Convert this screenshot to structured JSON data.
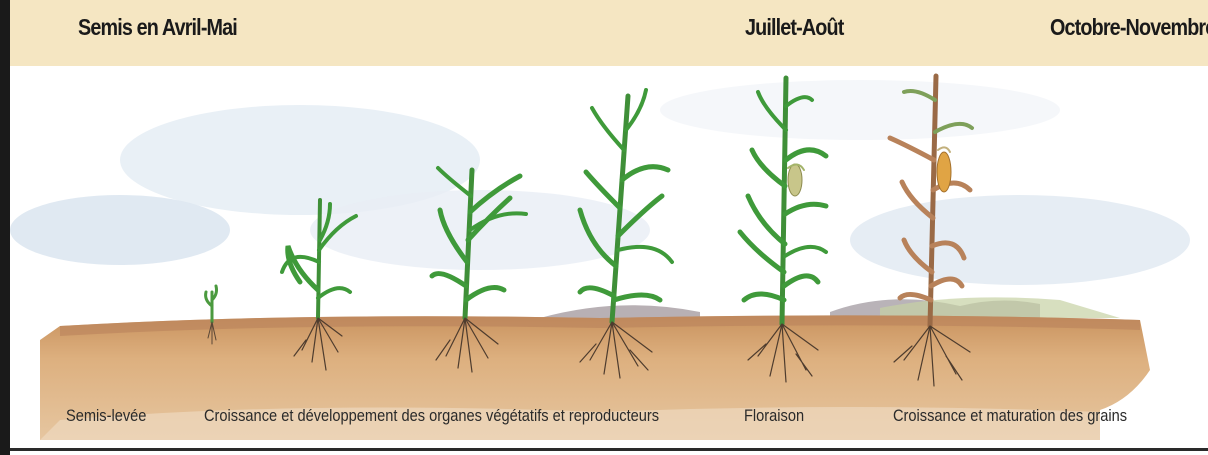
{
  "header": {
    "sowing_label": "Semis en Avril-Mai",
    "summer_label": "Juillet-Août",
    "autumn_label": "Octobre-Novembre"
  },
  "stages": [
    {
      "caption": "Semis-levée"
    },
    {
      "caption": "Croissance et développement des organes végétatifs et reproducteurs"
    },
    {
      "caption": "Floraison"
    },
    {
      "caption": "Croissance et maturation des grains"
    }
  ],
  "colors": {
    "banner": "#f5e6c2",
    "soil": "#d9a577",
    "leaf_green": "#3f9a3a",
    "leaf_dry": "#b8825a",
    "sky": "#dfe8f1"
  }
}
